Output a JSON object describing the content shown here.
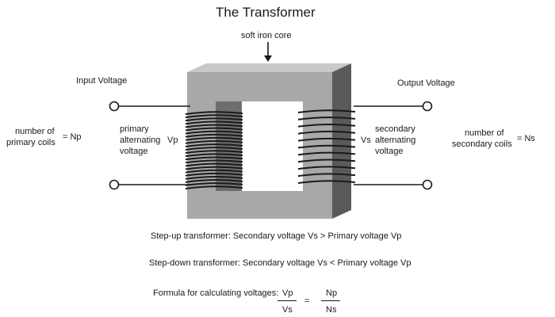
{
  "title": "The Transformer",
  "labels": {
    "core": "soft iron core",
    "input_voltage": "Input Voltage",
    "output_voltage": "Output Voltage",
    "primary_coils_1": "number of",
    "primary_coils_2": "primary coils",
    "np_eq": "= Np",
    "primary_av_1": "primary",
    "primary_av_2": "alternating",
    "primary_av_3": "voltage",
    "vp": "Vp",
    "vs": "Vs",
    "secondary_av_1": "secondary",
    "secondary_av_2": "alternating",
    "secondary_av_3": "voltage",
    "secondary_coils_1": "number of",
    "secondary_coils_2": "secondary coils",
    "ns_eq": "= Ns"
  },
  "statements": {
    "step_up": "Step-up transformer:  Secondary voltage Vs  > Primary voltage Vp",
    "step_down": "Step-down transformer: Secondary voltage Vs  < Primary voltage Vp"
  },
  "formula": {
    "label": "Formula for calculating voltages:",
    "num_left": "Vp",
    "den_left": "Vs",
    "equals": "=",
    "num_right": "Np",
    "den_right": "Ns"
  },
  "colors": {
    "core_front": "#a8a8a8",
    "core_side": "#5a5a5a",
    "core_top": "#c8c8c8",
    "core_inner_dark": "#6e6e6e",
    "wire": "#1a1a1a"
  },
  "coil_turns": {
    "primary": 24,
    "secondary": 11
  }
}
